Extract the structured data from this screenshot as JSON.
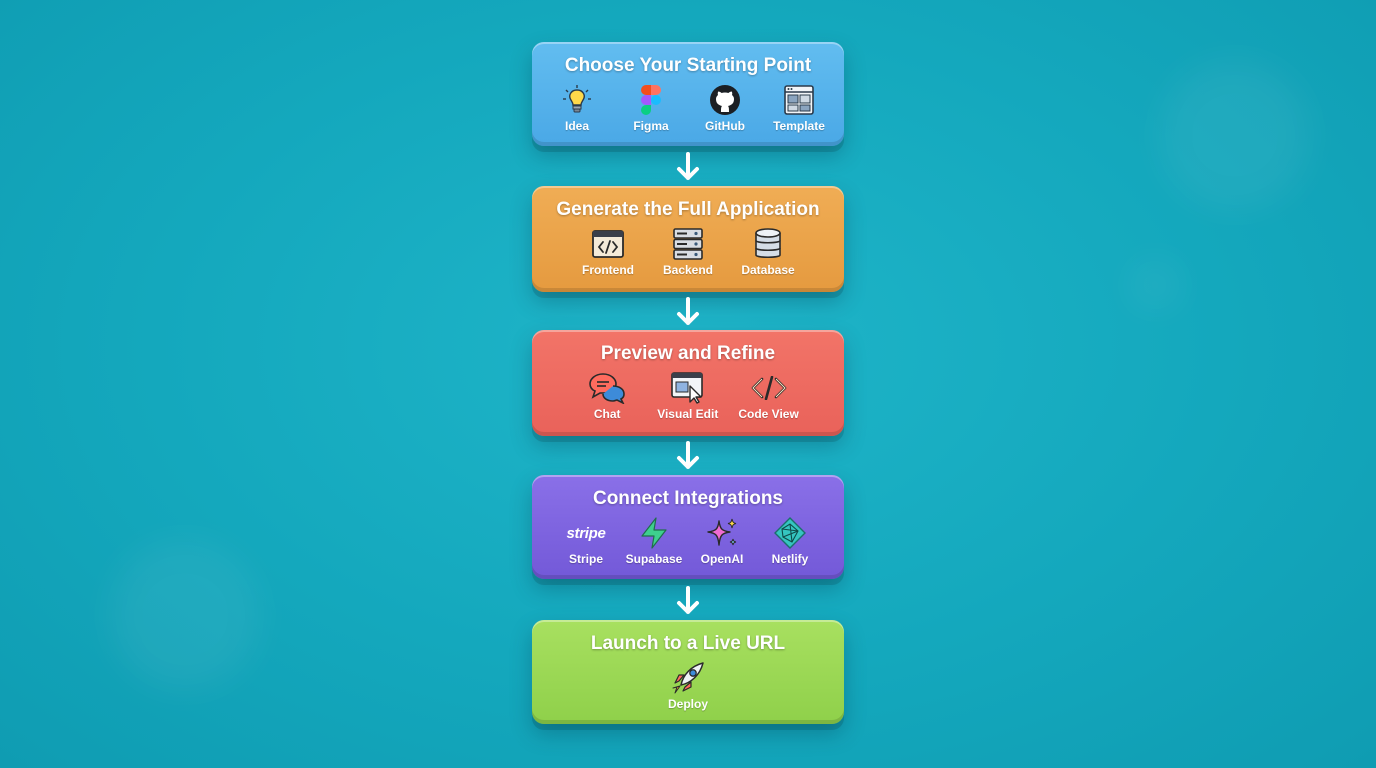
{
  "steps": [
    {
      "title": "Choose Your Starting Point",
      "items": [
        {
          "label": "Idea",
          "icon": "lightbulb-icon"
        },
        {
          "label": "Figma",
          "icon": "figma-icon"
        },
        {
          "label": "GitHub",
          "icon": "github-icon"
        },
        {
          "label": "Template",
          "icon": "template-icon"
        }
      ]
    },
    {
      "title": "Generate the Full Application",
      "items": [
        {
          "label": "Frontend",
          "icon": "code-window-icon"
        },
        {
          "label": "Backend",
          "icon": "server-icon"
        },
        {
          "label": "Database",
          "icon": "database-icon"
        }
      ]
    },
    {
      "title": "Preview and Refine",
      "items": [
        {
          "label": "Chat",
          "icon": "chat-bubbles-icon"
        },
        {
          "label": "Visual Edit",
          "icon": "cursor-window-icon"
        },
        {
          "label": "Code View",
          "icon": "code-brackets-icon"
        }
      ]
    },
    {
      "title": "Connect Integrations",
      "items": [
        {
          "label": "Stripe",
          "icon": "stripe-logo",
          "logo_text": "stripe"
        },
        {
          "label": "Supabase",
          "icon": "supabase-icon"
        },
        {
          "label": "OpenAI",
          "icon": "sparkle-icon"
        },
        {
          "label": "Netlify",
          "icon": "netlify-icon"
        }
      ]
    },
    {
      "title": "Launch to a Live URL",
      "items": [
        {
          "label": "Deploy",
          "icon": "rocket-icon"
        }
      ]
    }
  ],
  "colors": {
    "background": "#14a8bd",
    "step1": "#4aa8e6",
    "step2": "#e59a3f",
    "step3": "#e9625a",
    "step4": "#7359d8",
    "step5": "#8fd04a"
  }
}
